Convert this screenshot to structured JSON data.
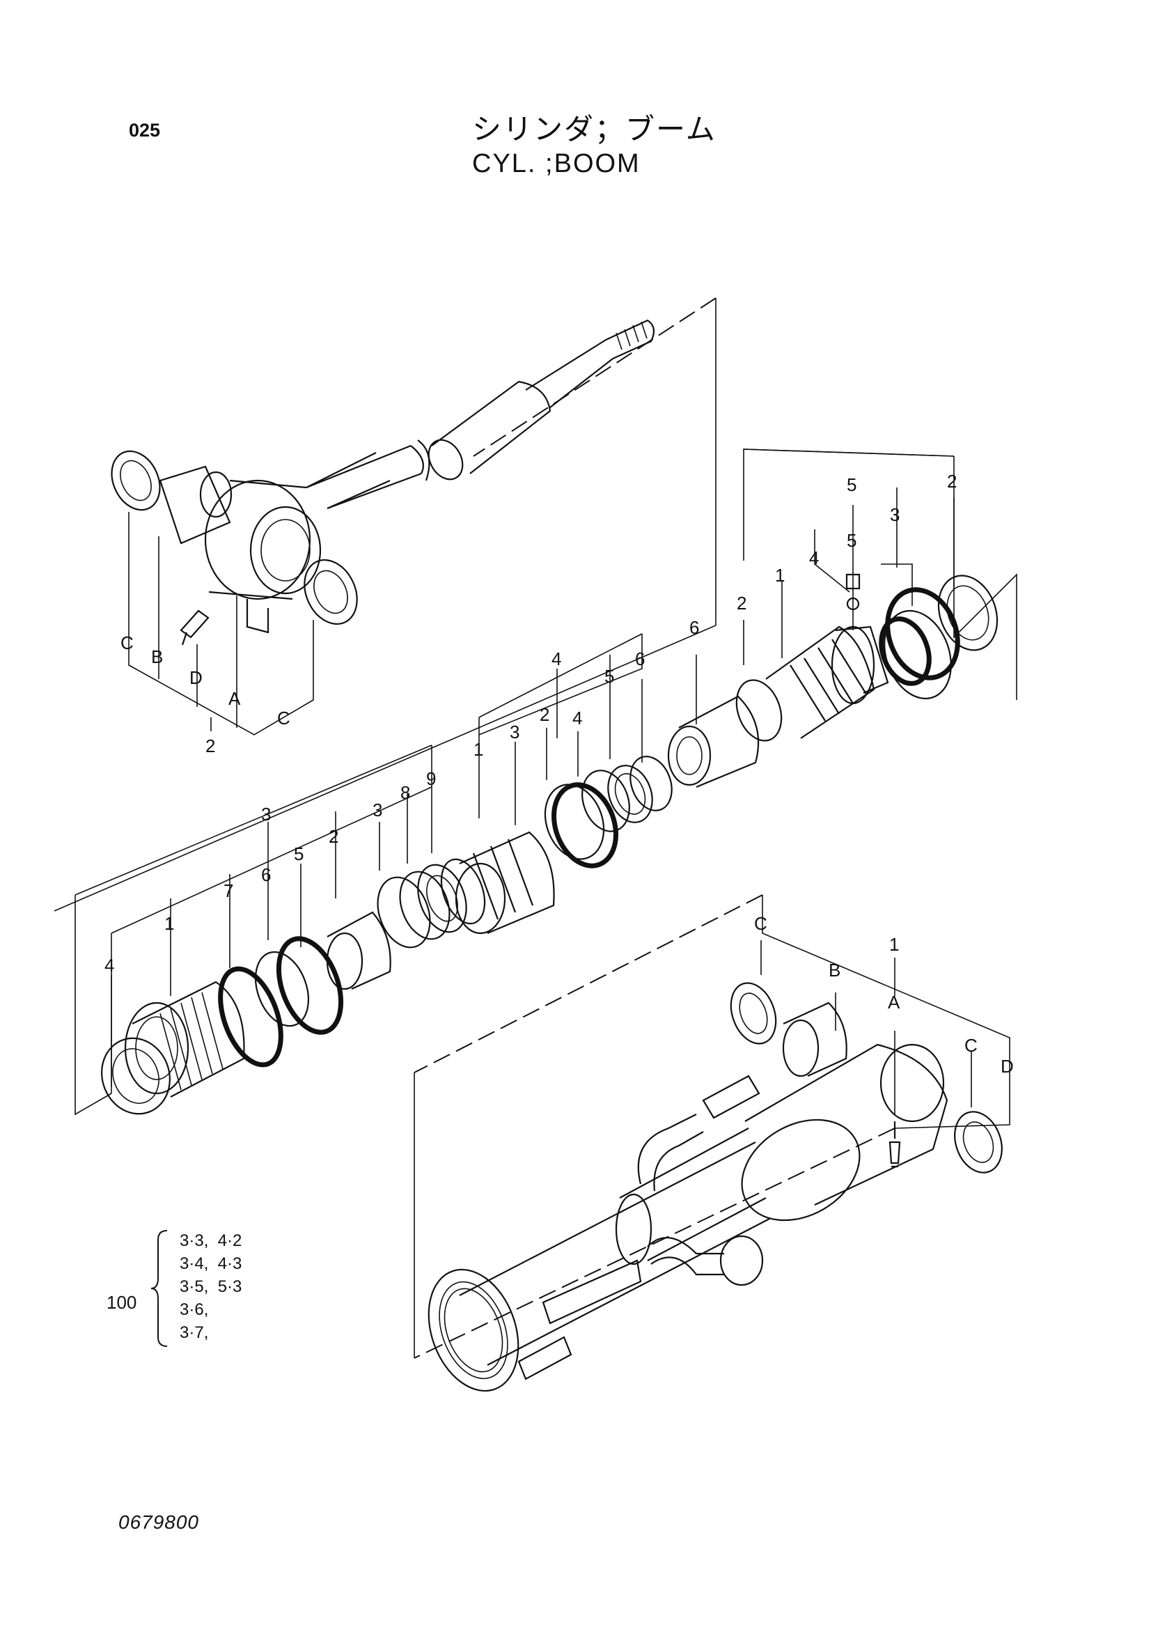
{
  "header": {
    "page_number": "025",
    "title_jp": "シリンダ；ブーム",
    "title_en": "CYL. ;BOOM"
  },
  "callouts": {
    "rod_group": {
      "C1": "C",
      "B": "B",
      "D": "D",
      "A": "A",
      "C2": "C",
      "n2": "2"
    },
    "piston_group": {
      "n5a": "5",
      "n5b": "5",
      "n3": "3",
      "n2a": "2",
      "n4": "4",
      "n2b": "2",
      "n1": "1",
      "n6": "6"
    },
    "middle_group": {
      "n4": "4",
      "n6": "6",
      "n3": "3",
      "n2": "2",
      "n4b": "4",
      "n5": "5",
      "n1": "1"
    },
    "head_group": {
      "n3a": "3",
      "n2": "2",
      "n3b": "3",
      "n8": "8",
      "n9": "9",
      "n6": "6",
      "n5": "5",
      "n7": "7",
      "n1": "1",
      "n4": "4"
    },
    "tube_group": {
      "C1": "C",
      "B": "B",
      "n1": "1",
      "A": "A",
      "C2": "C",
      "D": "D"
    }
  },
  "kit": {
    "label": "100",
    "items": [
      "3·3,  4·2",
      "3·4,  4·3",
      "3·5,  5·3",
      "3·6,",
      "3·7,"
    ]
  },
  "footer": {
    "drawing_id": "0679800"
  }
}
